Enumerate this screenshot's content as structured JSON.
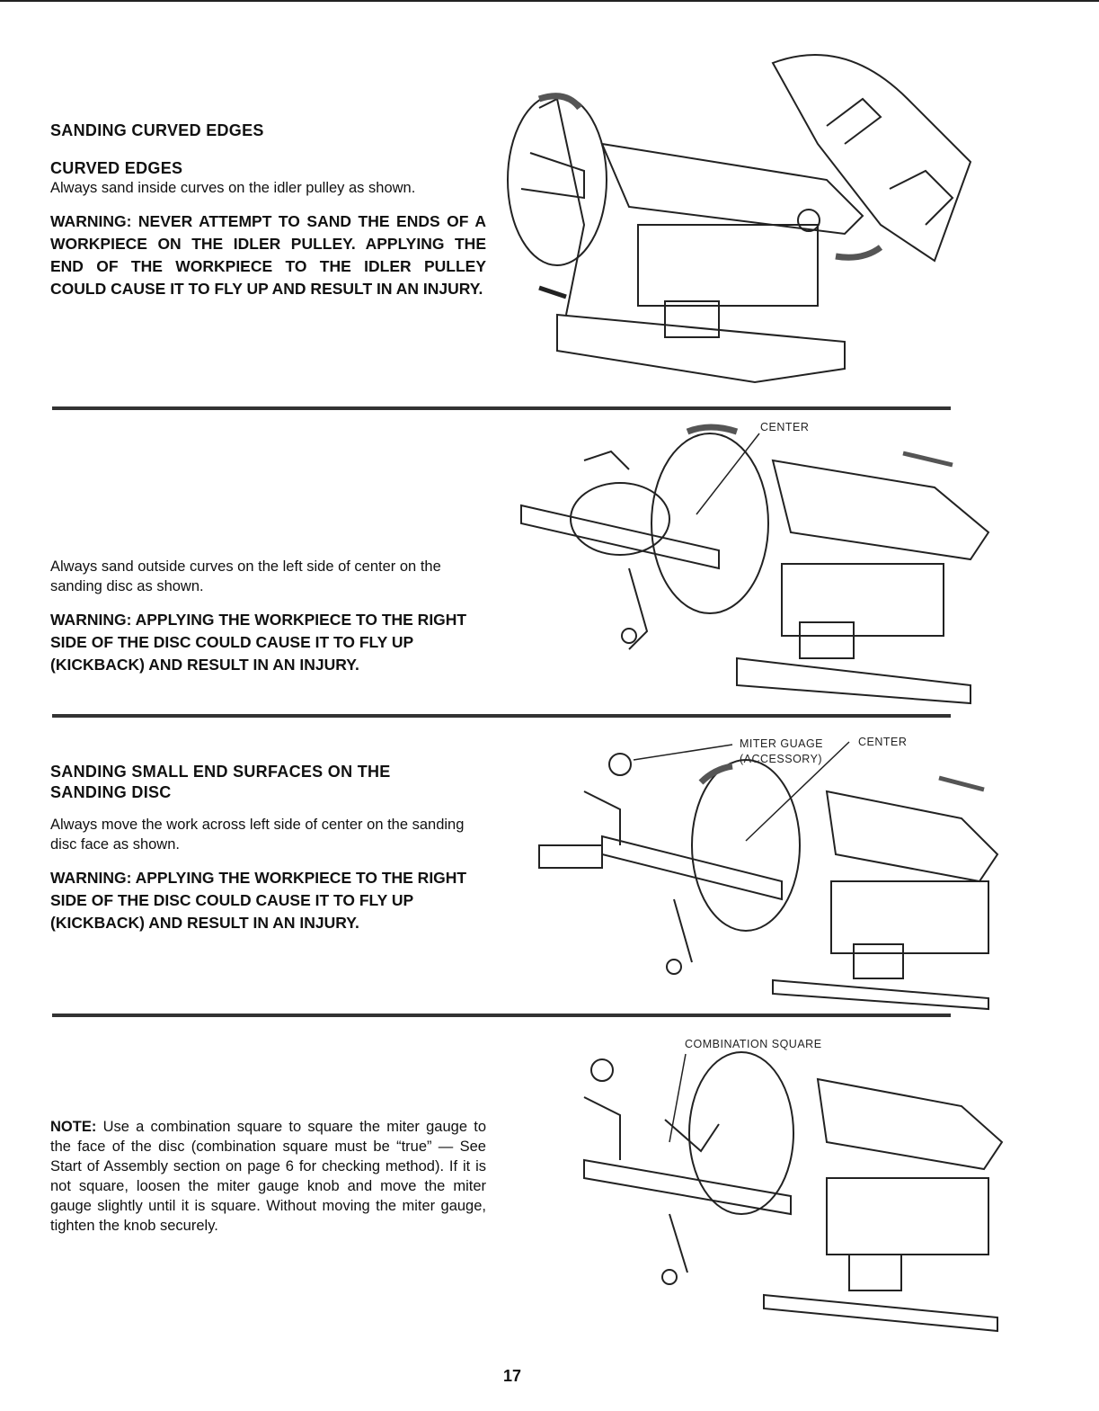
{
  "section1": {
    "heading": "SANDING CURVED EDGES",
    "subheading": "CURVED EDGES",
    "body": "Always sand inside curves on the idler pulley as shown.",
    "warning": "WARNING: NEVER ATTEMPT TO SAND THE ENDS OF A WORKPIECE ON THE IDLER PULLEY. APPLYING THE END OF THE WORKPIECE TO THE IDLER PULLEY COULD CAUSE IT TO FLY UP AND RESULT IN AN INJURY."
  },
  "section2": {
    "body": "Always sand outside curves on the left side of center on the sanding disc as shown.",
    "warning": "WARNING: APPLYING THE WORKPIECE TO THE RIGHT SIDE OF THE DISC COULD CAUSE IT TO FLY UP (KICKBACK) AND RESULT IN AN INJURY.",
    "caption_center": "CENTER"
  },
  "section3": {
    "heading": "SANDING SMALL END SURFACES ON THE SANDING DISC",
    "body": "Always move the work across left side of center on the sanding disc face as shown.",
    "warning": "WARNING: APPLYING THE WORKPIECE TO THE RIGHT SIDE OF THE DISC COULD CAUSE IT TO FLY UP (KICKBACK) AND RESULT IN AN INJURY.",
    "caption_miter": "MITER GUAGE",
    "caption_accessory": "(ACCESSORY)",
    "caption_center": "CENTER"
  },
  "section4": {
    "note_label": "NOTE:",
    "note_text": "Use a combination square to square the miter gauge to the face of the disc (combination square must be “true” — See Start of Assembly section on page 6 for checking method). If it is not square, loosen the miter gauge knob and move the miter gauge slightly until it is square. Without moving the miter gauge, tighten the knob securely.",
    "caption_square": "COMBINATION SQUARE"
  },
  "page_number": "17"
}
